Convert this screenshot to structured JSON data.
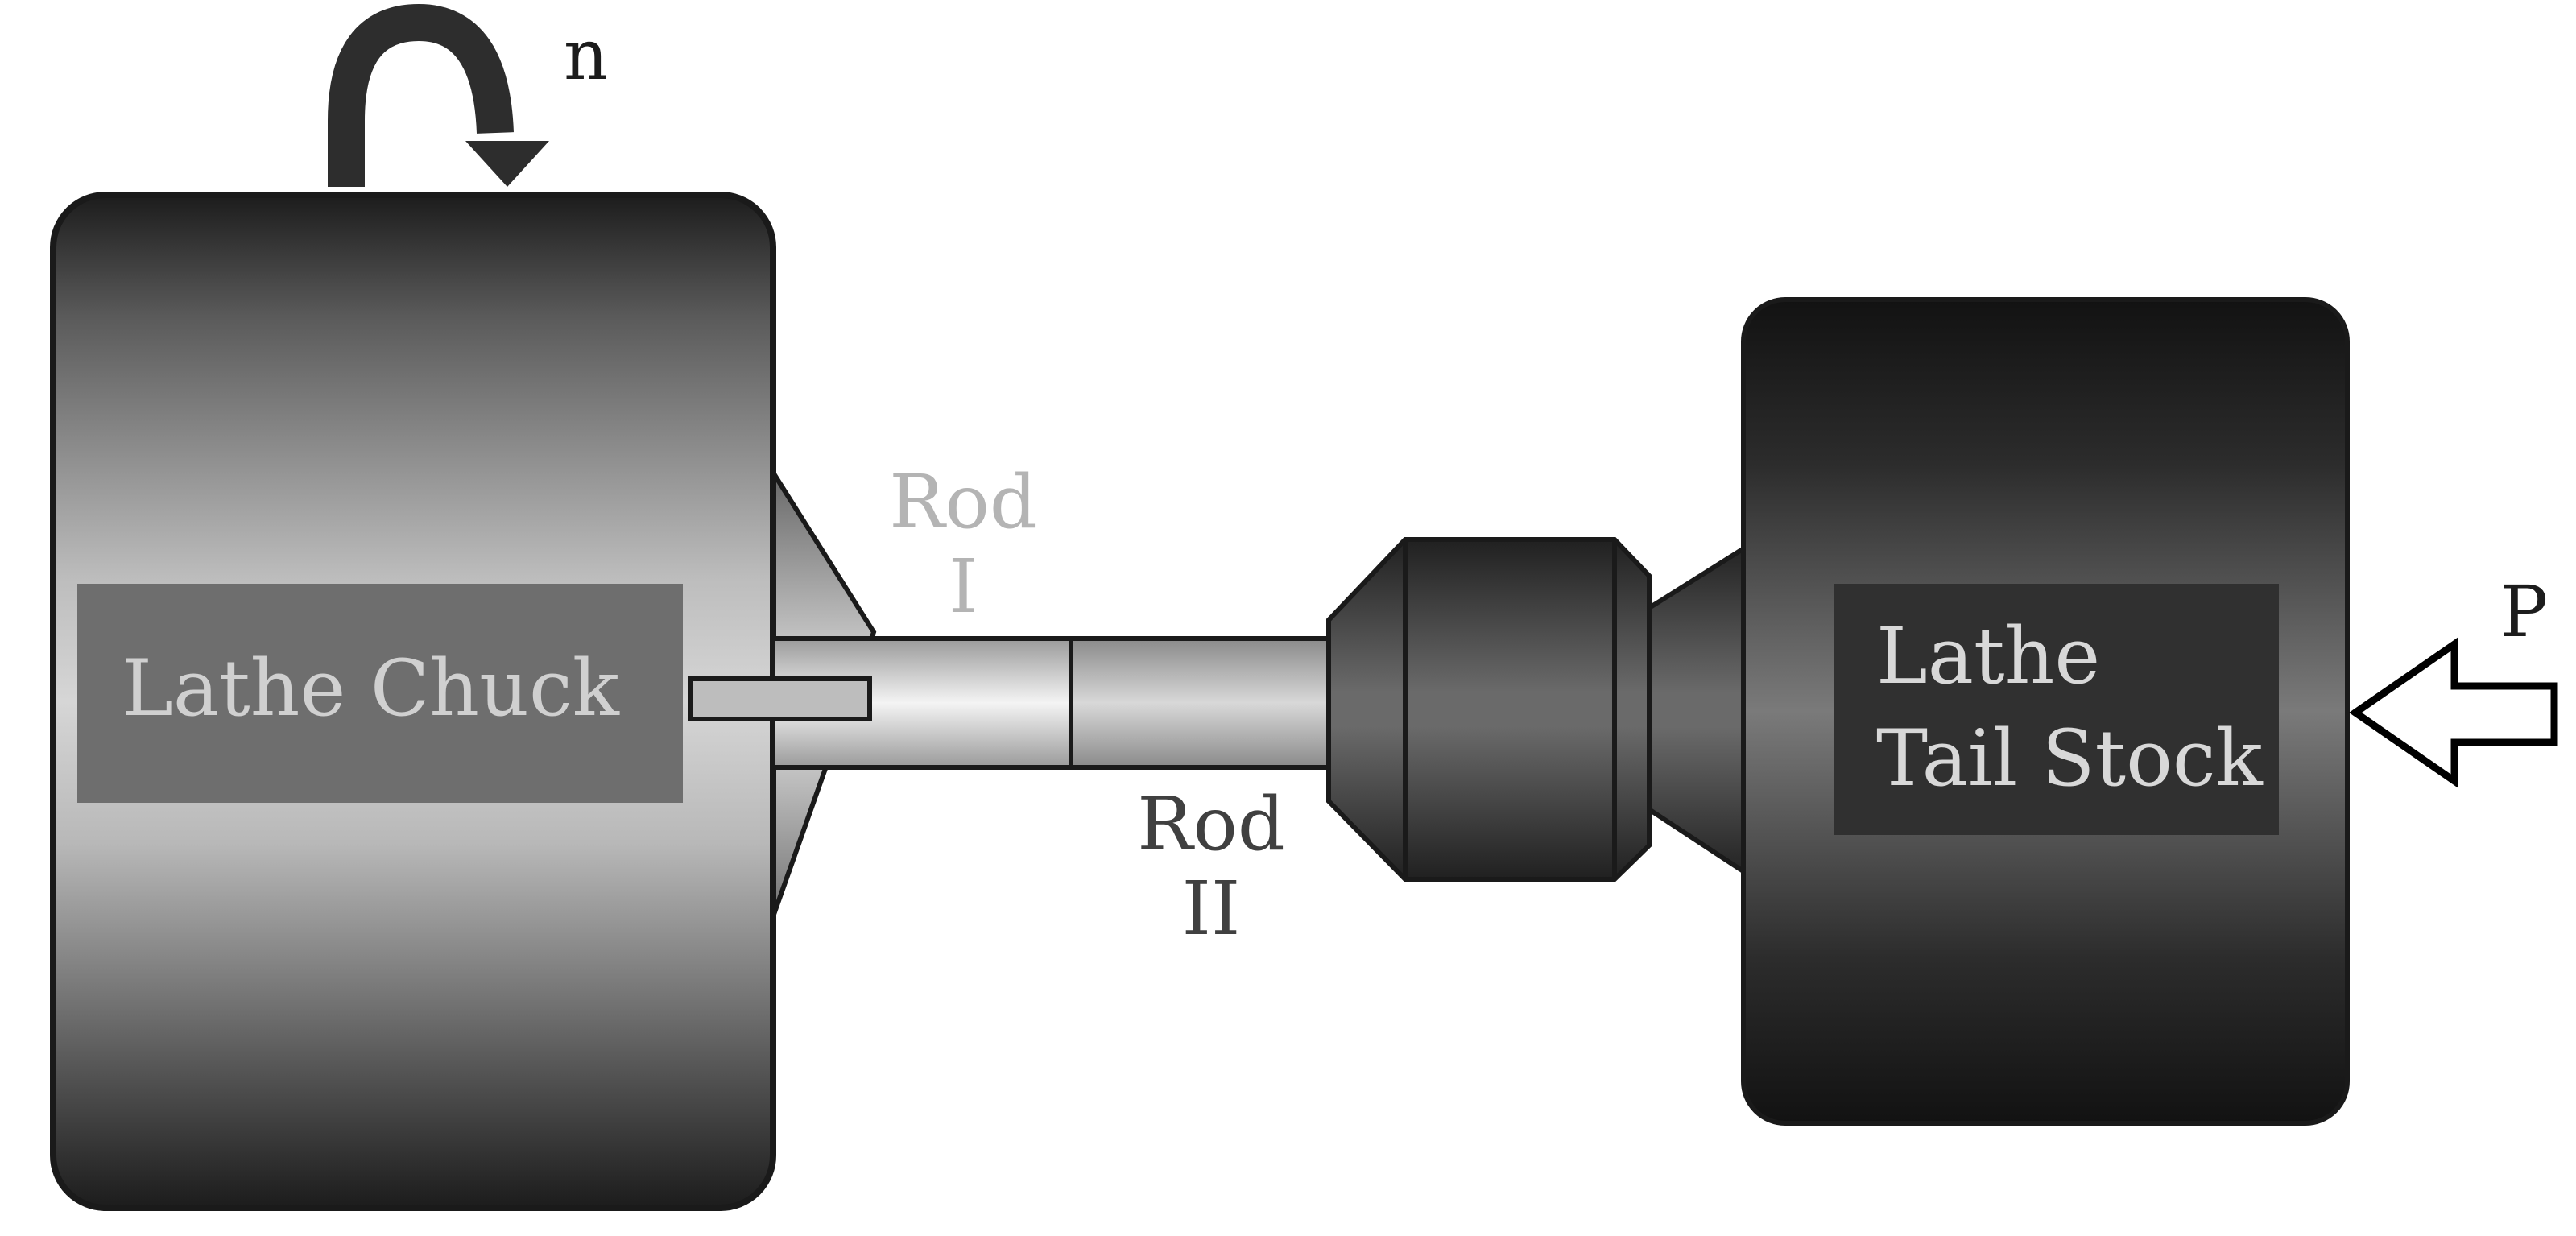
{
  "labels": {
    "rotation": "n",
    "force": "P",
    "chuck": "Lathe Chuck",
    "tailstock_line1": "Lathe",
    "tailstock_line2": "Tail Stock",
    "rod1_line1": "Rod",
    "rod1_line2": "I",
    "rod2_line1": "Rod",
    "rod2_line2": "II"
  },
  "colors": {
    "outline": "#1a1a1a",
    "chuck_label_box": "#6e6e6e",
    "chuck_label_text": "#d0d0d0",
    "tailstock_label_box": "#303030",
    "tailstock_label_text": "#d8d8d8",
    "rod1_label": "#b4b4b4",
    "rod2_label": "#404040",
    "dark_text": "#1c1c1c"
  },
  "icons": {
    "rotation": "curved-arrow-icon",
    "force": "hollow-left-arrow-icon"
  }
}
